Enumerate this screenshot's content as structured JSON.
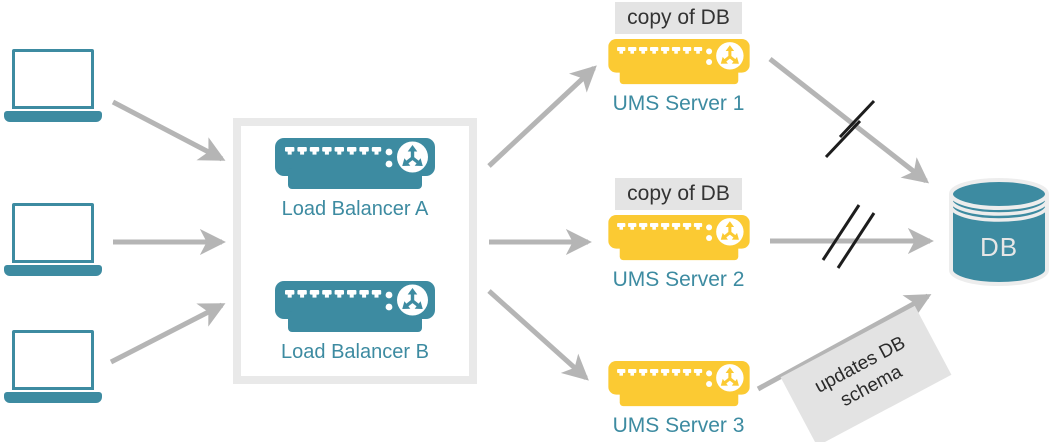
{
  "colors": {
    "teal": "#3d8ba1",
    "yellow": "#fbca33",
    "arrow": "#b5b5b5",
    "slash": "#1d1d1d",
    "badge_bg": "#e4e4e4",
    "badge_text": "#333333",
    "box_border": "#e9e9e9",
    "db_outline": "#ededed",
    "db_text": "#e6e6e6"
  },
  "icons": {
    "client": "laptop-icon",
    "server": "rack-server-icon",
    "server_glyph": "branch-arrows-icon",
    "database": "database-cylinder-icon"
  },
  "load_balancers": {
    "items": [
      {
        "label": "Load Balancer A"
      },
      {
        "label": "Load Balancer B"
      }
    ]
  },
  "ums_servers": [
    {
      "label": "UMS Server 1",
      "badge": "copy of DB"
    },
    {
      "label": "UMS Server 2",
      "badge": "copy of DB"
    },
    {
      "label": "UMS Server 3"
    }
  ],
  "database": {
    "label": "DB"
  },
  "annotation": {
    "line1": "updates DB",
    "line2": "schema"
  }
}
